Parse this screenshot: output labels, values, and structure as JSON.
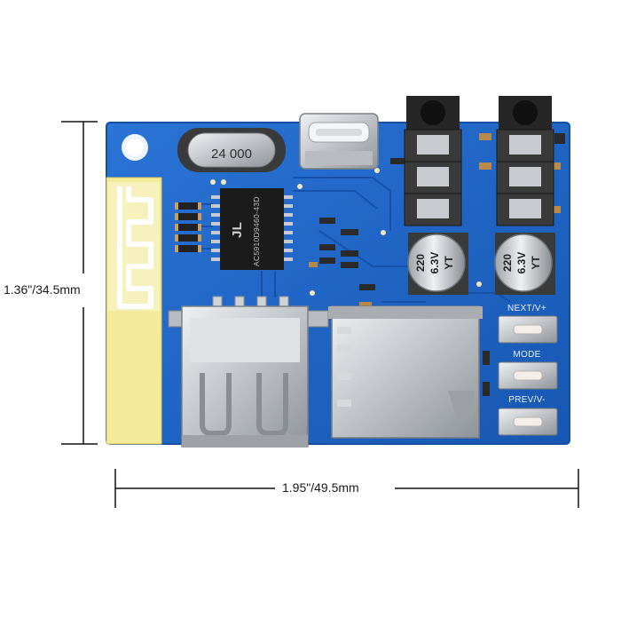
{
  "dimensions": {
    "height_label": "1.36\"/34.5mm",
    "width_label": "1.95\"/49.5mm"
  },
  "board": {
    "crystal_marking": "24 000",
    "chip_logo": "JL",
    "chip_marking": "AC5910D9460-43D",
    "capacitor_left": {
      "value": "220",
      "voltage": "6.3V",
      "series": "YT"
    },
    "capacitor_right": {
      "value": "220",
      "voltage": "6.3V",
      "series": "YT"
    },
    "buttons": {
      "next_label": "NEXT/V+",
      "mode_label": "MODE",
      "prev_label": "PREV/V-"
    }
  },
  "colors": {
    "pcb": "#1f67c8",
    "pcb_edge": "#164fa0",
    "antenna_pad": "#f2e58a",
    "metal": "#c9ccd0",
    "jack_body": "#2b2b2b"
  },
  "icons": [
    "antenna-trace-icon",
    "usb-port-icon",
    "micro-usb-port-icon",
    "sd-slot-icon"
  ]
}
